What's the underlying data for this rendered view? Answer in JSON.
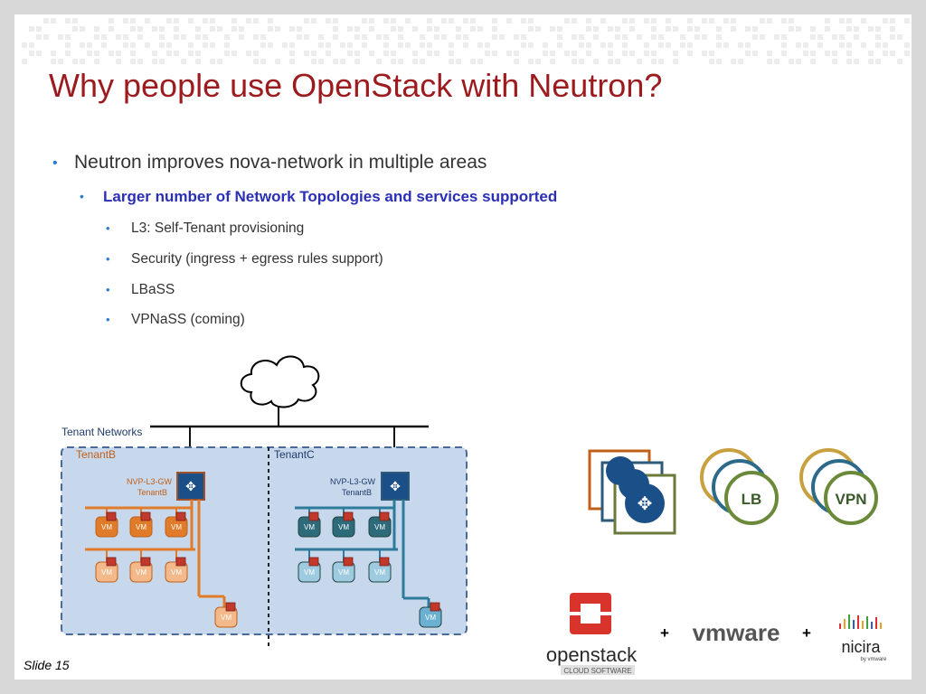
{
  "slide": {
    "title": "Why people use OpenStack with Neutron?",
    "bullets": [
      {
        "level": 1,
        "text": "Neutron improves nova-network in multiple areas"
      },
      {
        "level": 2,
        "text": "Larger number of Network Topologies and services supported"
      },
      {
        "level": 3,
        "text": "L3: Self-Tenant provisioning"
      },
      {
        "level": 3,
        "text": "Security (ingress + egress rules support)"
      },
      {
        "level": 3,
        "text": "LBaSS"
      },
      {
        "level": 3,
        "text": "VPNaSS (coming)"
      }
    ],
    "footer": "Slide 15"
  },
  "diagram": {
    "tenant_networks_label": "Tenant Networks",
    "tenant_b": {
      "label": "TenantB",
      "gw_line1": "NVP-L3-GW",
      "gw_line2": "TenantB"
    },
    "tenant_c": {
      "label": "TenantC",
      "gw_line1": "NVP-L3-GW",
      "gw_line2": "TenantB"
    },
    "vm_label": "VM"
  },
  "services": {
    "lb": "LB",
    "vpn": "VPN"
  },
  "logos": {
    "openstack": "openstack",
    "openstack_sub": "CLOUD SOFTWARE",
    "plus1": "+",
    "vmware": "vmware",
    "plus2": "+",
    "nicira": "nicira",
    "nicira_sub": "by vmware"
  },
  "colors": {
    "title": "#9b1b1f",
    "subbullet": "#2a2fb5",
    "tenant_b": "#e07b2a",
    "tenant_c": "#2d7a9a",
    "panel": "#c8d8ec"
  }
}
